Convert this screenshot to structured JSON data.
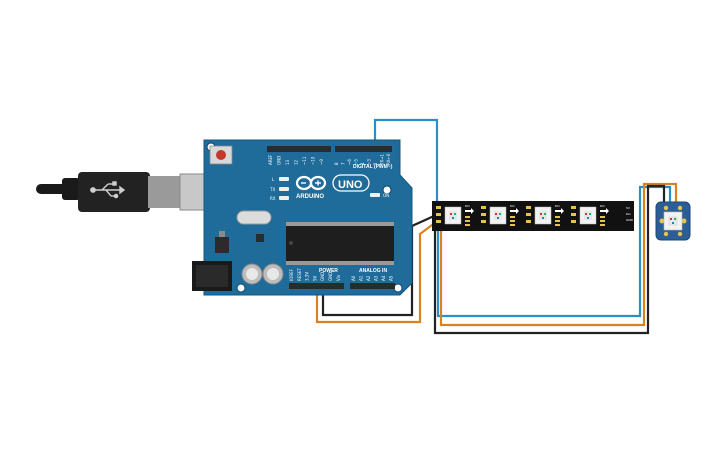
{
  "board": {
    "name": "ARDUINO",
    "model": "UNO",
    "digital_header_label": "DIGITAL (PWM~)",
    "power_header_label": "POWER",
    "analog_header_label": "ANALOG IN",
    "led_labels": [
      "L",
      "TX",
      "RX"
    ],
    "on_label": "ON",
    "digital_pins": [
      "AREF",
      "GND",
      "13",
      "12",
      "~11",
      "~10",
      "~9",
      "8",
      "7",
      "~6",
      "~5",
      "4",
      "~3",
      "2",
      "TX→1",
      "RX←0"
    ],
    "power_pins": [
      "IOREF",
      "RESET",
      "3.3V",
      "5V",
      "GND",
      "GND",
      "Vin"
    ],
    "analog_pins": [
      "A0",
      "A1",
      "A2",
      "A3",
      "A4",
      "A5"
    ]
  },
  "led_strip": {
    "pixel_count": 4,
    "pad_labels": [
      "5V",
      "Din",
      "GND"
    ],
    "chip_label": "DO"
  },
  "neopixel_breakout": {
    "pixel_count": 1
  },
  "wires": [
    {
      "id": "data-wire",
      "color": "#2a8fc4"
    },
    {
      "id": "power-wire",
      "color": "#d9821f"
    },
    {
      "id": "ground-wire",
      "color": "#222222"
    }
  ],
  "colors": {
    "board": "#1f6c9b",
    "board_dark": "#175a84",
    "header": "#2b2b2b",
    "strip": "#111111",
    "breakout": "#2b5d96"
  }
}
